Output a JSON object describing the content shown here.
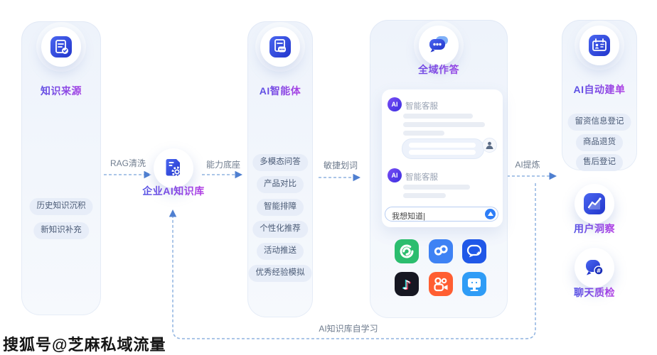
{
  "watermark": "搜狐号@芝麻私域流量",
  "flow_labels": {
    "rag": "RAG清洗",
    "capability": "能力底座",
    "quick_word": "敏捷划词",
    "ai_refine": "AI提炼",
    "self_learn": "AI知识库自学习"
  },
  "knowledge_source": {
    "title": "知识来源",
    "items": [
      "历史知识沉积",
      "新知识补充"
    ]
  },
  "enterprise_kb": {
    "title": "企业AI知识库"
  },
  "ai_agent": {
    "title": "AI智能体",
    "items": [
      "多模态问答",
      "产品对比",
      "智能排障",
      "个性化推荐",
      "活动推送",
      "优秀经验模拟"
    ]
  },
  "omni_answer": {
    "title": "全域作答",
    "chat": {
      "ai_badge": "AI",
      "agent_name": "智能客服",
      "input_value": "我想知道|"
    }
  },
  "auto_ticket": {
    "title": "AI自动建单",
    "items": [
      "留资信息登记",
      "商品退货",
      "售后登记"
    ]
  },
  "user_insight": {
    "title": "用户洞察"
  },
  "chat_qc": {
    "title": "聊天质检"
  },
  "icons": {
    "knowledge_source": "document-check-icon",
    "enterprise_kb": "document-gear-icon",
    "ai_agent": "document-chat-icon",
    "omni_answer": "chat-bubbles-icon",
    "auto_ticket": "id-card-icon",
    "user_insight": "line-chart-icon",
    "chat_qc": "chat-badge-icon",
    "send": "send-arrow-icon",
    "platforms": [
      "green-swirl-app",
      "blue-loop-app",
      "chat-bubble-app",
      "douyin-app",
      "kuaishou-app",
      "desktop-app"
    ]
  },
  "colors": {
    "title_gradient_from": "#4356e4",
    "title_gradient_to": "#c43be4",
    "icon_blue": "#2d43d8",
    "dashed_line": "#8fb3e0",
    "card_bg": "#f1f5fb"
  }
}
